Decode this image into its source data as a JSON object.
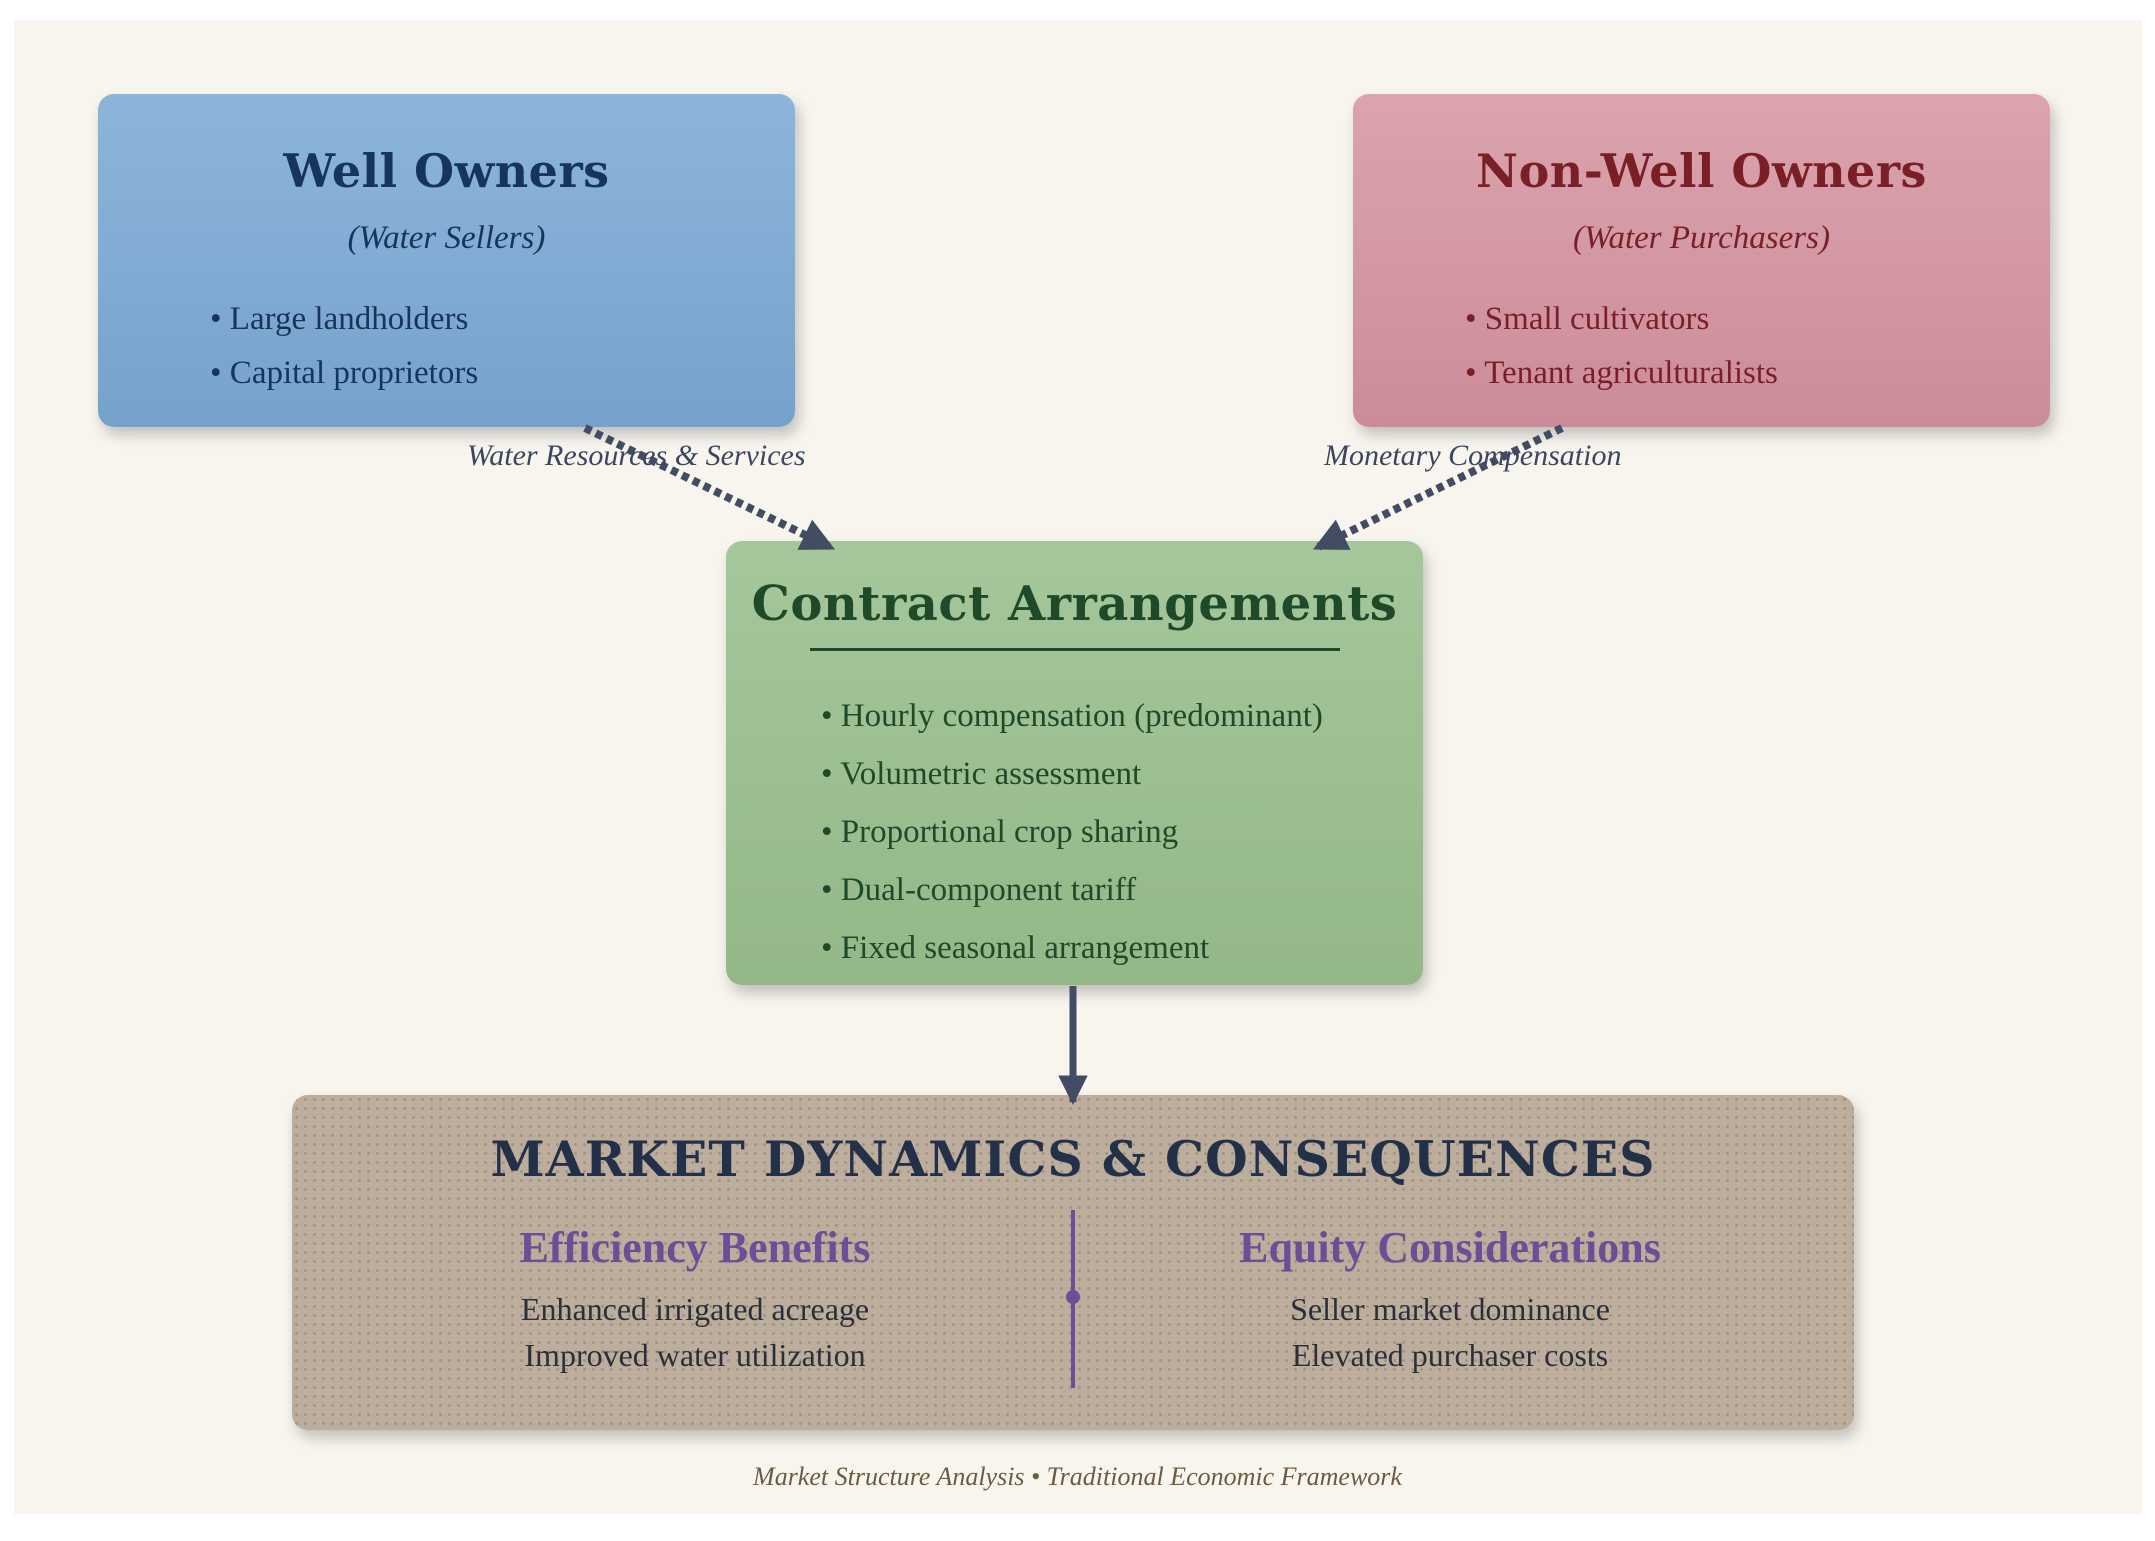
{
  "well_owners": {
    "title": "Well Owners",
    "subtitle": "(Water Sellers)",
    "items": [
      "• Large landholders",
      "• Capital proprietors"
    ]
  },
  "non_well_owners": {
    "title": "Non-Well Owners",
    "subtitle": "(Water Purchasers)",
    "items": [
      "• Small cultivators",
      "• Tenant agriculturalists"
    ]
  },
  "edges": {
    "sellers_to_contract": "Water Resources & Services",
    "purchasers_to_contract": "Monetary Compensation"
  },
  "contract": {
    "title": "Contract Arrangements",
    "items": [
      "• Hourly compensation (predominant)",
      "• Volumetric assessment",
      "• Proportional crop sharing",
      "• Dual-component tariff",
      "• Fixed seasonal arrangement"
    ]
  },
  "market": {
    "title": "MARKET DYNAMICS & CONSEQUENCES",
    "left": {
      "heading": "Efficiency Benefits",
      "items": [
        "Enhanced irrigated acreage",
        "Improved water utilization"
      ]
    },
    "right": {
      "heading": "Equity Considerations",
      "items": [
        "Seller market dominance",
        "Elevated purchaser costs"
      ]
    }
  },
  "footer": "Market Structure Analysis • Traditional Economic Framework",
  "colors": {
    "sellers": "#7fabd3",
    "purchasers": "#d399a4",
    "contract": "#9dbf91",
    "market": "#bcad9c",
    "arrow": "#424c63",
    "accent": "#6a4f97"
  }
}
